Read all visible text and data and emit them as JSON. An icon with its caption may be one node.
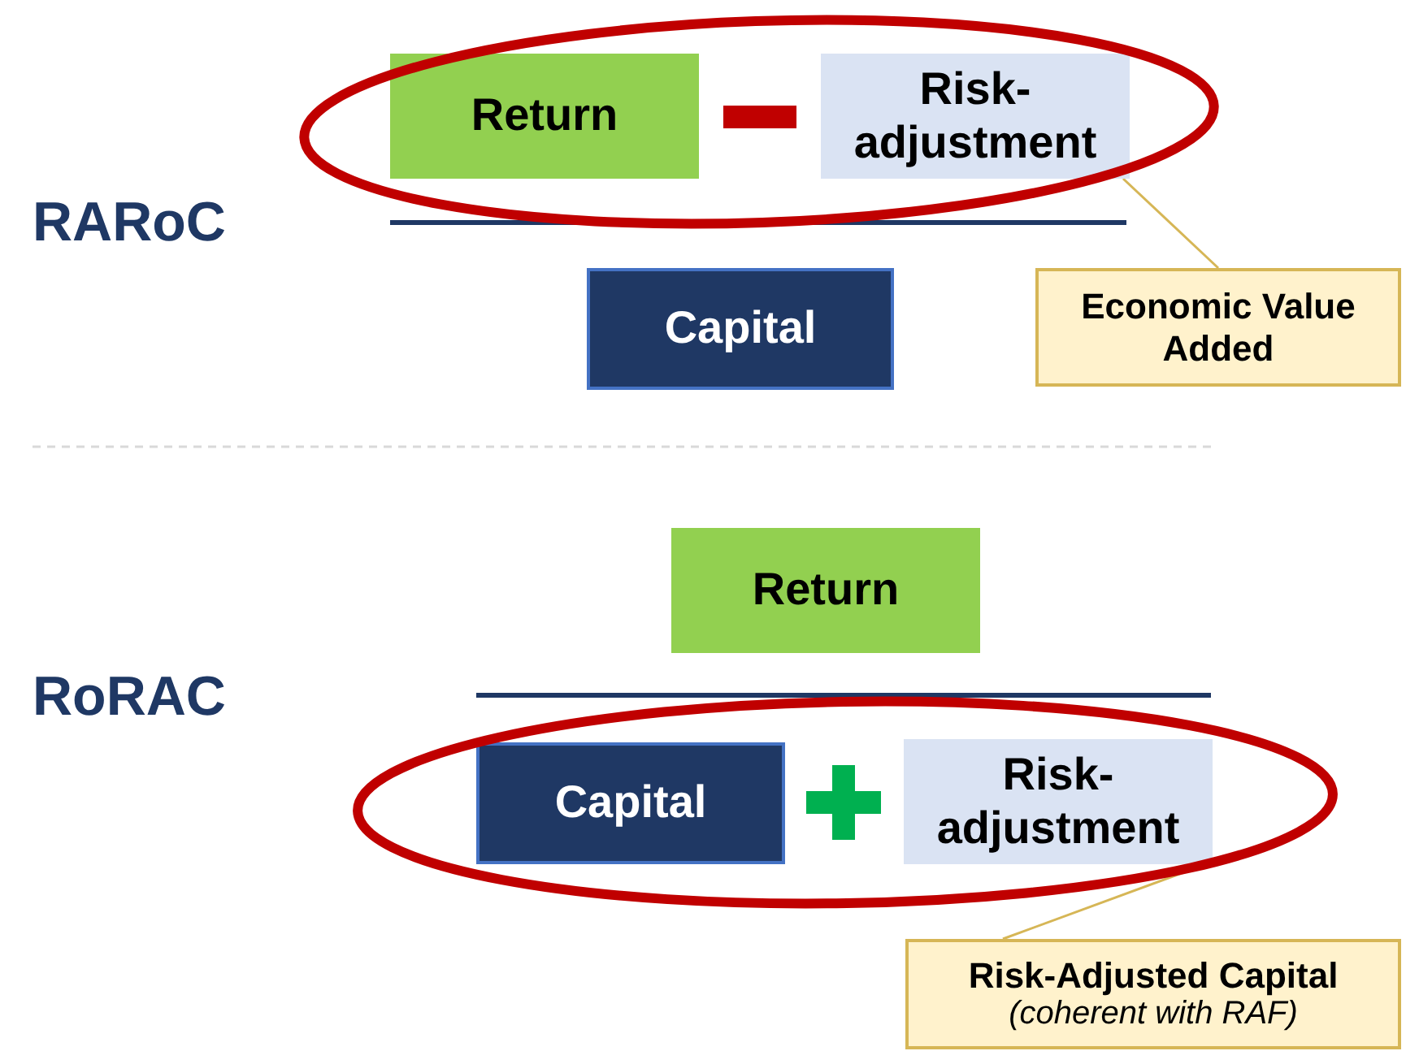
{
  "diagram": {
    "nodes": [
      {
        "text": [
          "Return"
        ]
      },
      {
        "text": [
          "Risk-adjustment"
        ]
      },
      {
        "text": [
          "Capital"
        ]
      },
      {
        "text": [
          "Economic Value Added"
        ]
      },
      {
        "text": [
          "Return"
        ]
      },
      {
        "text": [
          "Capital"
        ]
      },
      {
        "text": [
          "Risk-adjustment"
        ]
      },
      {
        "text": [
          "Risk-Adjusted Capital",
          "(coherent with RAF)"
        ]
      }
    ],
    "edges": [
      {
        "from": 3,
        "to": 1,
        "arrow": "none"
      },
      {
        "from": 7,
        "to": 6,
        "arrow": "none"
      }
    ],
    "labels": [
      "RARoC",
      "RoRAC"
    ]
  }
}
